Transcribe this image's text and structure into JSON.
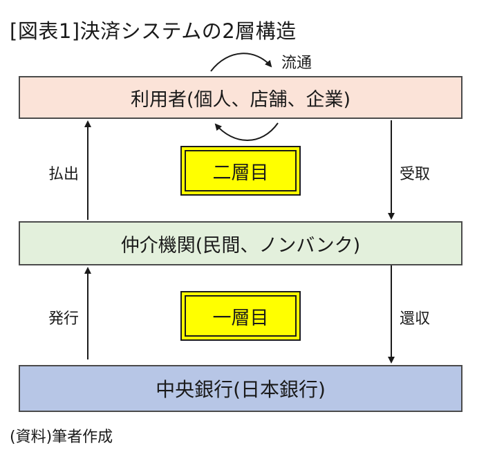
{
  "title": "[図表1]決済システムの2層構造",
  "boxes": {
    "users": "利用者(個人、店舗、企業)",
    "intermediaries": "仲介機関(民間、ノンバンク)",
    "central_bank": "中央銀行(日本銀行)"
  },
  "layers": {
    "second": "二層目",
    "first": "一層目"
  },
  "flows": {
    "circulation": "流通",
    "withdrawal": "払出",
    "receipt": "受取",
    "issuance": "発行",
    "return": "還収"
  },
  "source": "(資料)筆者作成",
  "colors": {
    "users_fill": "#fbe3d8",
    "intermediaries_fill": "#e3f0dc",
    "central_bank_fill": "#b7c6e6",
    "layer_fill": "#ffff00"
  }
}
